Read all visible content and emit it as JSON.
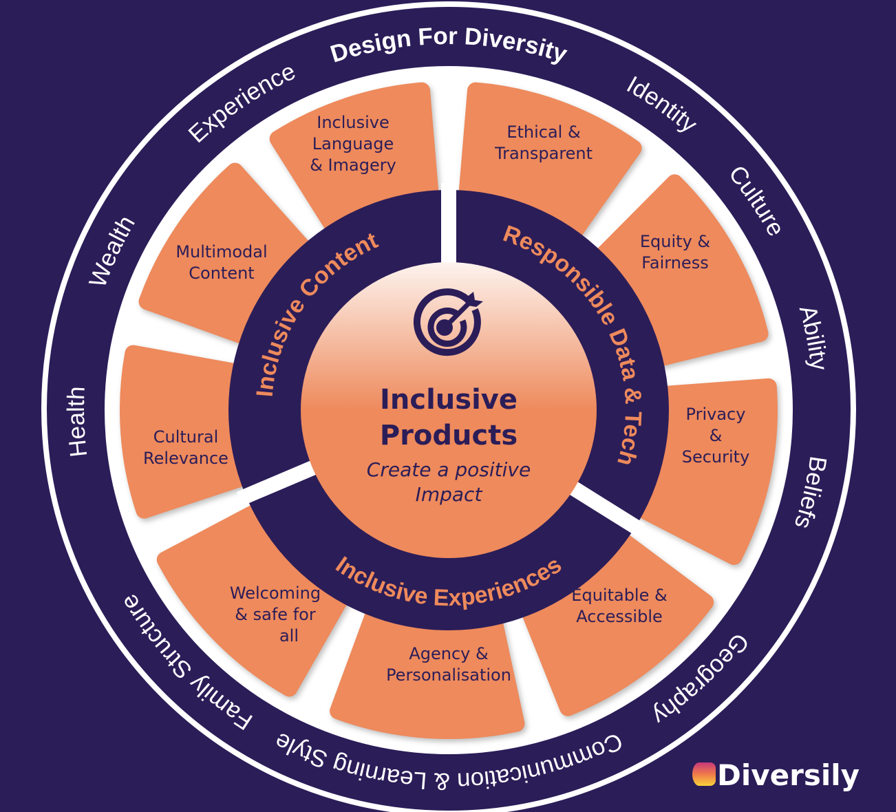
{
  "title": "Design For Diversity",
  "outer_dimensions": [
    "Identity",
    "Culture",
    "Ability",
    "Beliefs",
    "Geography",
    "Communication & Learning Style",
    "Family Structure",
    "Health",
    "Wealth",
    "Experience"
  ],
  "pillars": {
    "content": "Inclusive Content",
    "data": "Responsible Data & Tech",
    "experiences": "Inclusive Experiences"
  },
  "petals": [
    {
      "lines": [
        "Ethical &",
        "Transparent"
      ]
    },
    {
      "lines": [
        "Equity &",
        "Fairness"
      ]
    },
    {
      "lines": [
        "Privacy",
        "&",
        "Security"
      ]
    },
    {
      "lines": [
        "Equitable &",
        "Accessible"
      ]
    },
    {
      "lines": [
        "Agency &",
        "Personalisation"
      ]
    },
    {
      "lines": [
        "Welcoming",
        "& safe for",
        "all"
      ]
    },
    {
      "lines": [
        "Cultural",
        "Relevance"
      ]
    },
    {
      "lines": [
        "Multimodal",
        "Content"
      ]
    },
    {
      "lines": [
        "Inclusive",
        "Language",
        "& Imagery"
      ]
    }
  ],
  "center": {
    "title_line1": "Inclusive",
    "title_line2": "Products",
    "subtitle_line1": "Create a positive",
    "subtitle_line2": "Impact",
    "icon": "target-arrow-icon"
  },
  "logo": {
    "text": "Diversily"
  },
  "colors": {
    "background": "#2b1d58",
    "petal": "#ee8a5c",
    "text_dark": "#2b1d58",
    "white": "#ffffff"
  }
}
